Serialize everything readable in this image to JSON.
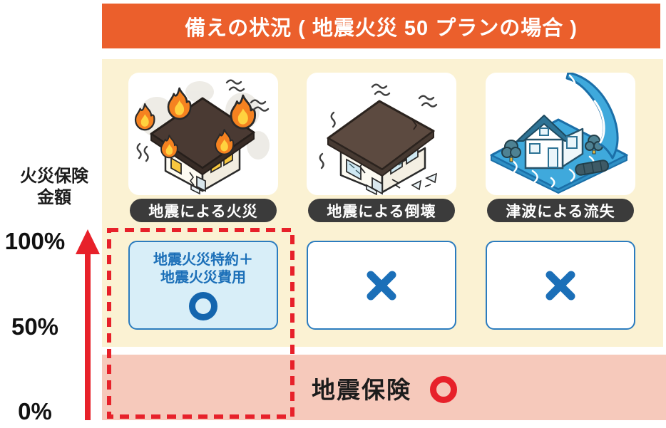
{
  "title": "備えの状況 ( 地震火災 50 プランの場合 )",
  "axis": {
    "title_line1": "火災保険",
    "title_line2": "金額",
    "ticks": [
      "100%",
      "50%",
      "0%"
    ]
  },
  "columns": [
    {
      "label": "地震による火災",
      "illustration": "burning-house",
      "coverage_line1": "地震火災特約＋",
      "coverage_line2": "地震火災費用",
      "mark": "○"
    },
    {
      "label": "地震による倒壊",
      "illustration": "collapsed-house",
      "mark": "×"
    },
    {
      "label": "津波による流失",
      "illustration": "tsunami-house",
      "mark": "×"
    }
  ],
  "bottom_band": {
    "label": "地震保険",
    "mark": "○"
  },
  "colors": {
    "orange": "#EB5F2C",
    "cream": "#FBF2D3",
    "pink": "#F6C9BB",
    "red": "#E7212A",
    "blue": "#1B6FB8",
    "blue_border": "#2B7CBF",
    "light_blue": "#D8EEF8",
    "pill_dark": "#3B3B3B"
  }
}
